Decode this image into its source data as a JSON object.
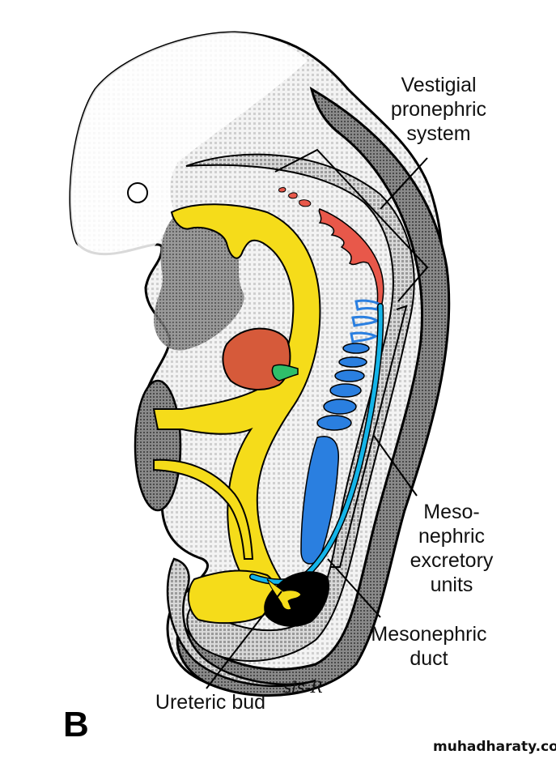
{
  "figure": {
    "panel_letter": "B",
    "signature": "sls-R",
    "watermark": "muhadharaty.com"
  },
  "labels": {
    "vestigial_pronephric": [
      "Vestigial",
      "pronephric",
      "system"
    ],
    "mesonephric_units": [
      "Meso-",
      "nephric",
      "excretory",
      "units"
    ],
    "mesonephric_duct": [
      "Mesonephric",
      "duct"
    ],
    "ureteric_bud": "Ureteric bud"
  },
  "colors": {
    "pronephros": "#e8584a",
    "mesonephric_tubules": "#2a7fe0",
    "mesonephric_duct": "#14b4e8",
    "gut": "#f5dc1a",
    "liver": "#d65a3a",
    "pancreas_bud": "#2fbf6a",
    "metanephric_blastema": "#000000",
    "body_wall": "#6e6e6e",
    "mesoderm": "#bdbdbd",
    "outline": "#000000"
  }
}
